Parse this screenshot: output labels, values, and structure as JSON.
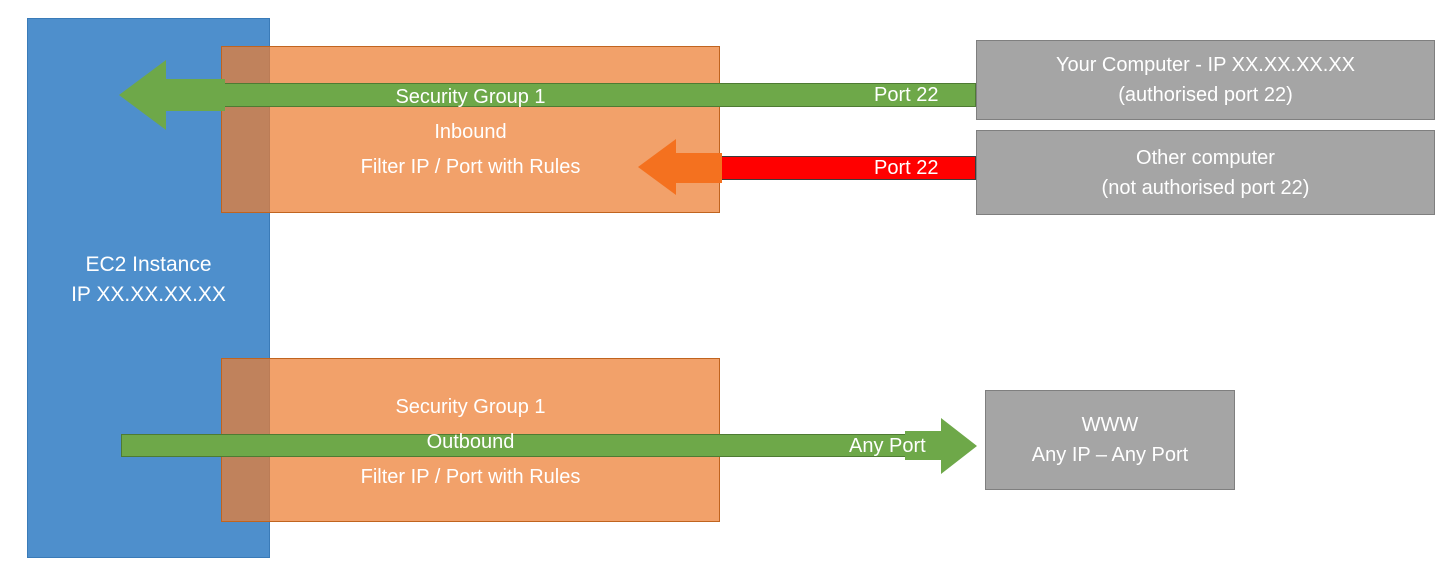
{
  "diagram": {
    "title": "AWS EC2 Security Group inbound and outbound traffic filtering",
    "colors": {
      "ec2_blue": "#4E8FCC",
      "security_group_orange": "#ED7D31",
      "allowed_green": "#6EA849",
      "denied_red": "#FF0000",
      "blocked_arrow_orange": "#F4711F",
      "external_gray": "#A5A5A5",
      "text_white": "#FFFFFF"
    }
  },
  "ec2": {
    "name": "EC2 Instance",
    "ip": "IP XX.XX.XX.XX"
  },
  "security_groups": {
    "inbound": {
      "line1": "Security Group 1",
      "line2": "Inbound",
      "line3": "Filter IP / Port with Rules"
    },
    "outbound": {
      "line1": "Security Group 1",
      "line2": "Outbound",
      "line3": "Filter IP / Port with Rules"
    }
  },
  "flows": {
    "inbound_allowed": {
      "label": "Port 22",
      "status": "allowed",
      "color": "#6EA849",
      "direction": "into-ec2"
    },
    "inbound_denied": {
      "label": "Port 22",
      "status": "denied",
      "color": "#FF0000",
      "direction": "blocked-at-security-group"
    },
    "outbound_allowed": {
      "label": "Any Port",
      "status": "allowed",
      "color": "#6EA849",
      "direction": "out-to-www"
    }
  },
  "external": {
    "your_computer": {
      "line1": "Your Computer - IP XX.XX.XX.XX",
      "line2": "(authorised port 22)"
    },
    "other_computer": {
      "line1": "Other computer",
      "line2": "(not authorised port 22)"
    },
    "www": {
      "line1": "WWW",
      "line2": "Any IP – Any Port"
    }
  }
}
